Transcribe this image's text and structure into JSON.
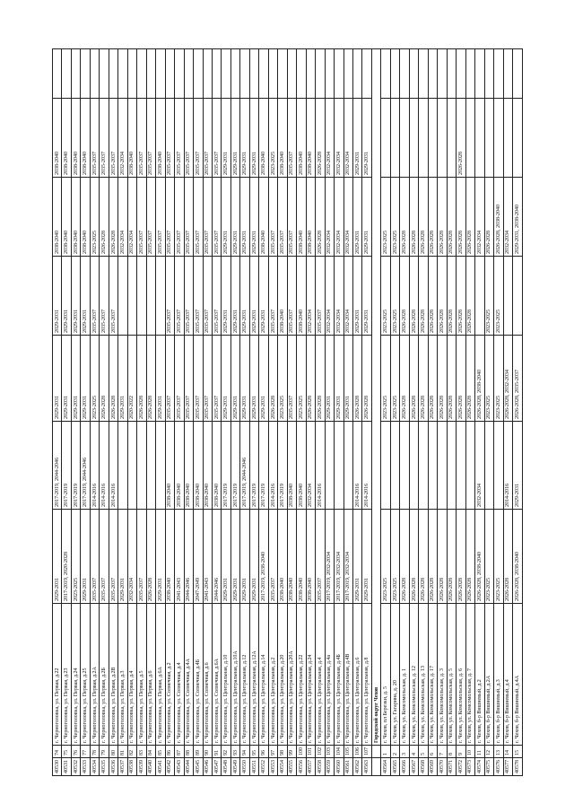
{
  "rows": [
    [
      "40530",
      "74",
      "г. Черноголовка, ул. Первая, д.22",
      "2029-2031",
      "2017-2019, 2044-2046",
      "2029-2031",
      "2029-2031",
      "2038-2040",
      "2038-2040",
      ""
    ],
    [
      "40531",
      "75",
      "г. Черноголовка, ул. Первая, д.23",
      "2017-2019, 2020-2028",
      "2017-2019",
      "2029-2031",
      "2029-2031",
      "2038-2040",
      "2038-2040",
      ""
    ],
    [
      "40532",
      "76",
      "г. Черноголовка, ул. Первая, д.24",
      "2023-2025",
      "2017-2019",
      "2029-2031",
      "2029-2031",
      "2038-2040",
      "2038-2040",
      ""
    ],
    [
      "40533",
      "77",
      "г. Черноголовка, ул. Первая, д.25",
      "2029-2031",
      "2017-2019, 2044-2046",
      "2029-2031",
      "2029-2031",
      "2038-2040",
      "2038-2040",
      ""
    ],
    [
      "40534",
      "78",
      "г. Черноголовка, ул. Первая, д.2А",
      "2035-2037",
      "2014-2016",
      "2023-2025",
      "2035-2037",
      "2023-2025",
      "2035-2037",
      ""
    ],
    [
      "40535",
      "79",
      "г. Черноголовка, ул. Первая, д.2Б",
      "2035-2037",
      "2014-2016",
      "2026-2028",
      "2035-2037",
      "2026-2028",
      "2035-2037",
      ""
    ],
    [
      "40536",
      "80",
      "г. Черноголовка, ул. Первая, д.2В",
      "2035-2037",
      "2014-2016",
      "2026-2028",
      "2035-2037",
      "2026-2028",
      "2035-2037",
      ""
    ],
    [
      "40537",
      "81",
      "г. Черноголовка, ул. Первая, д.3",
      "2029-2031",
      "",
      "2029-2031",
      "",
      "2032-2034",
      "2032-2034",
      ""
    ],
    [
      "40538",
      "82",
      "г. Черноголовка, ул. Первая, д.4",
      "2032-2034",
      "",
      "2020-2022",
      "",
      "2032-2034",
      "2038-2040",
      ""
    ],
    [
      "40539",
      "83",
      "г. Черноголовка, ул. Первая, д.5",
      "2035-2037",
      "",
      "2026-2028",
      "",
      "2035-2037",
      "2035-2037",
      ""
    ],
    [
      "40540",
      "84",
      "г. Черноголовка, ул. Первая, д.6",
      "2026-2028",
      "",
      "2026-2028",
      "",
      "2035-2037",
      "2035-2037",
      ""
    ],
    [
      "40541",
      "85",
      "г. Черноголовка, ул. Первая, д.6А",
      "2029-2031",
      "",
      "2029-2031",
      "",
      "2035-2037",
      "2038-2040",
      ""
    ],
    [
      "40542",
      "86",
      "г. Черноголовка, ул. Солнечная, д.2",
      "2038-2040",
      "2038-2040",
      "2035-2037",
      "2035-2037",
      "2035-2037",
      "2035-2037",
      ""
    ],
    [
      "40543",
      "87",
      "г. Черноголовка, ул. Солнечная, д.4",
      "2041-2043",
      "2038-2040",
      "2035-2037",
      "2035-2037",
      "2035-2037",
      "2035-2037",
      ""
    ],
    [
      "40544",
      "88",
      "г. Черноголовка, ул. Солнечная, д.4А",
      "2044-2046",
      "2038-2040",
      "2035-2037",
      "2035-2037",
      "2035-2037",
      "2035-2037",
      ""
    ],
    [
      "40545",
      "89",
      "г. Черноголовка, ул. Солнечная, д.4Б",
      "2047-2049",
      "2038-2040",
      "2035-2037",
      "2035-2037",
      "2035-2037",
      "2035-2037",
      ""
    ],
    [
      "40546",
      "90",
      "г. Черноголовка, ул. Солнечная, д.6",
      "2041-2043",
      "2038-2040",
      "2035-2037",
      "2035-2037",
      "2035-2037",
      "2035-2037",
      ""
    ],
    [
      "40547",
      "91",
      "г. Черноголовка, ул. Солнечная, д.6А",
      "2044-2046",
      "2038-2040",
      "2035-2037",
      "2035-2037",
      "2035-2037",
      "2035-2037",
      ""
    ],
    [
      "40548",
      "92",
      "г. Черноголовка, ул. Центральная, д.10",
      "2029-2031",
      "2017-2019",
      "2029-2031",
      "2029-2031",
      "2029-2031",
      "2029-2031",
      ""
    ],
    [
      "40549",
      "93",
      "г. Черноголовка, ул. Центральная, д.10А",
      "2029-2031",
      "2017-2019",
      "2029-2031",
      "2029-2031",
      "2029-2031",
      "2029-2031",
      ""
    ],
    [
      "40550",
      "94",
      "г. Черноголовка, ул. Центральная, д.12",
      "2029-2031",
      "2017-2019, 2044-2046",
      "2029-2031",
      "2029-2031",
      "2029-2031",
      "2029-2031",
      ""
    ],
    [
      "40551",
      "95",
      "г. Черноголовка, ул. Центральная, д.12А",
      "2029-2031",
      "2017-2019",
      "2029-2031",
      "2029-2031",
      "2029-2031",
      "2029-2031",
      ""
    ],
    [
      "40552",
      "96",
      "г. Черноголовка, ул. Центральная, д.14",
      "2017-2019, 2038-2040",
      "2017-2019",
      "2029-2031",
      "2029-2031",
      "2038-2040",
      "2038-2040",
      ""
    ],
    [
      "40553",
      "97",
      "г. Черноголовка, ул. Центральная, д.2",
      "2035-2037",
      "2014-2016",
      "2026-2028",
      "2035-2037",
      "2035-2037",
      "2023-2025",
      ""
    ],
    [
      "40554",
      "98",
      "г. Черноголовка, ул. Центральная, д.20",
      "2038-2040",
      "2017-2019",
      "2023-2025",
      "2038-2040",
      "2035-2037",
      "2038-2040",
      ""
    ],
    [
      "40555",
      "99",
      "г. Черноголовка, ул. Центральная, д.20А",
      "2038-2040",
      "2038-2040",
      "2035-2037",
      "2035-2037",
      "2035-2037",
      "2035-2037",
      ""
    ],
    [
      "40556",
      "100",
      "г. Черноголовка, ул. Центральная, д.22",
      "2038-2040",
      "2038-2040",
      "2023-2025",
      "2038-2040",
      "2038-2040",
      "2038-2040",
      ""
    ],
    [
      "40557",
      "101",
      "г. Черноголовка, ул. Центральная, д.24",
      "2038-2040",
      "2032-2034",
      "2026-2028",
      "2032-2034",
      "2038-2040",
      "2038-2040",
      ""
    ],
    [
      "40558",
      "102",
      "г. Черноголовка, ул. Центральная, д.4",
      "2035-2037",
      "2014-2016",
      "2026-2028",
      "2035-2037",
      "2026-2028",
      "2026-2028",
      ""
    ],
    [
      "40559",
      "103",
      "г. Черноголовка, ул. Центральная, д.4а",
      "2017-2019, 2032-2034",
      "",
      "2029-2031",
      "2032-2034",
      "2032-2034",
      "2032-2034",
      ""
    ],
    [
      "40560",
      "104",
      "г. Черноголовка, ул. Центральная, д.4Б",
      "2017-2019, 2032-2034",
      "",
      "2029-2031",
      "2032-2034",
      "2032-2034",
      "2032-2034",
      ""
    ],
    [
      "40561",
      "105",
      "г. Черноголовка, ул. Центральная, д.4В",
      "2017-2019, 2032-2034",
      "",
      "2029-2031",
      "2032-2034",
      "2032-2034",
      "2032-2034",
      ""
    ],
    [
      "40562",
      "106",
      "г. Черноголовка, ул. Центральная, д.6",
      "2029-2031",
      "2014-2016",
      "2026-2028",
      "2029-2031",
      "2029-2031",
      "2029-2031",
      ""
    ],
    [
      "40563",
      "107",
      "г. Черноголовка, ул. Центральная, д.8",
      "2029-2031",
      "2014-2016",
      "2026-2028",
      "2029-2031",
      "2029-2031",
      "2029-2031",
      ""
    ],
    [
      "GROUP",
      "",
      "Городской округ Чехов",
      "",
      "",
      "",
      "",
      "",
      "",
      ""
    ],
    [
      "40564",
      "1",
      "г. Чехов, пл Березки, д. 5",
      "2023-2025",
      "",
      "2023-2025",
      "2023-2025",
      "2023-2025",
      "",
      ""
    ],
    [
      "40565",
      "2",
      "г. Чехов, ул. Гагарина, д. 20",
      "2023-2025",
      "",
      "2023-2025",
      "2023-2025",
      "2023-2025",
      "",
      ""
    ],
    [
      "40566",
      "3",
      "г. Чехов, ул. Комсомольская, д. 1",
      "2026-2028",
      "",
      "2026-2028",
      "2026-2028",
      "2026-2028",
      "",
      ""
    ],
    [
      "40567",
      "4",
      "г. Чехов, ул. Комсомольская, д. 12",
      "2026-2028",
      "",
      "2026-2028",
      "2026-2028",
      "2026-2028",
      "",
      ""
    ],
    [
      "40568",
      "5",
      "г. Чехов, ул. Комсомольская, д. 13",
      "2026-2028",
      "",
      "2026-2028",
      "2026-2028",
      "2026-2028",
      "",
      ""
    ],
    [
      "40569",
      "6",
      "г. Чехов, ул. Комсомольская, д. 17",
      "2026-2028",
      "",
      "2026-2028",
      "2026-2028",
      "2026-2028",
      "",
      ""
    ],
    [
      "40570",
      "7",
      "г. Чехов, ул. Комсомольская, д. 3",
      "2026-2028",
      "",
      "2026-2028",
      "2026-2028",
      "2026-2028",
      "",
      ""
    ],
    [
      "40571",
      "8",
      "г. Чехов, ул. Комсомольская, д. 5",
      "2026-2028",
      "",
      "2026-2028",
      "2026-2028",
      "2026-2028",
      "",
      ""
    ],
    [
      "40572",
      "9",
      "г. Чехов, ул. Комсомольская, д. 6",
      "2026-2028",
      "",
      "2026-2028",
      "2026-2028",
      "2026-2028",
      "2026-2028",
      ""
    ],
    [
      "40573",
      "10",
      "г. Чехов, ул. Комсомольская, д. 7",
      "2026-2028",
      "",
      "2026-2028",
      "2026-2028",
      "2026-2028",
      "",
      ""
    ],
    [
      "40574",
      "11",
      "г. Чехов, б-р Вишневый, д.2",
      "2026-2028, 2038-2040",
      "2032-2034",
      "2026-2028, 2038-2040",
      "",
      "2032-2034",
      "",
      ""
    ],
    [
      "40575",
      "12",
      "г. Чехов, б-р Вишневый, д.2А",
      "2023-2025",
      "",
      "2023-2025",
      "2023-2025",
      "2026-2028",
      "",
      ""
    ],
    [
      "40576",
      "13",
      "г. Чехов, б-р Вишневый, д.3",
      "2023-2025",
      "",
      "2023-2025",
      "2023-2025",
      "2026-2028, 2038-2040",
      "",
      ""
    ],
    [
      "40577",
      "14",
      "г. Чехов, б-р Вишневый, д.4",
      "2026-2028",
      "2014-2016",
      "2026-2028, 2032-2034",
      "",
      "2032-2034",
      "",
      ""
    ],
    [
      "40578",
      "15",
      "г. Чехов, б-р Вишневый, д.4А",
      "2026-2028, 2038-2040",
      "2029-2031",
      "2026-2028, 2035-2037",
      "",
      "2029-2031, 2038-2040",
      "",
      ""
    ]
  ]
}
